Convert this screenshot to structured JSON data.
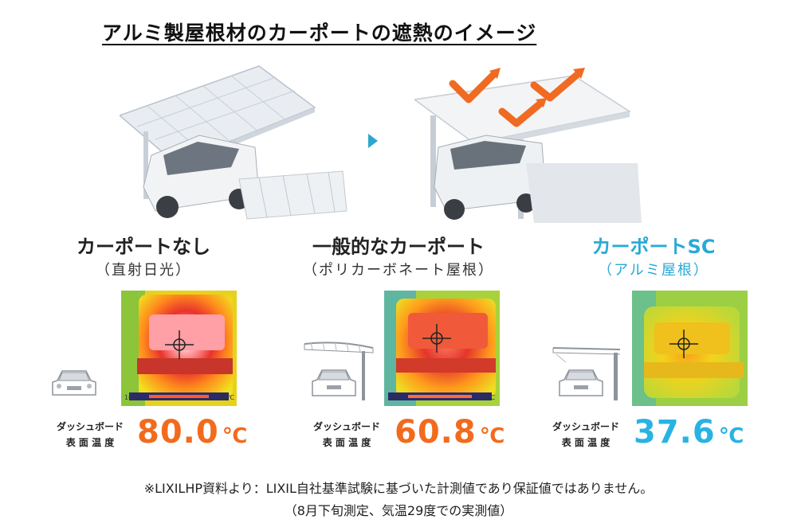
{
  "title": "アルミ製屋根材のカーポートの遮熱のイメージ",
  "columns": [
    {
      "heading": "カーポートなし",
      "subheading": "（直射日光）",
      "scale_low": "10℃",
      "scale_high": "80℃",
      "dash_label_line1": "ダッシュボード",
      "dash_label_line2": "表 面 温 度",
      "temperature": "80.0",
      "unit": "℃",
      "temp_color": "#f26b1d"
    },
    {
      "heading": "一般的なカーポート",
      "subheading": "（ポリカーボネート屋根）",
      "scale_low": "15℃",
      "scale_high": "70℃",
      "dash_label_line1": "ダッシュボード",
      "dash_label_line2": "表 面 温 度",
      "temperature": "60.8",
      "unit": "℃",
      "temp_color": "#f26b1d"
    },
    {
      "heading": "カーポートSC",
      "subheading": "（アルミ屋根）",
      "scale_low": "",
      "scale_high": "",
      "dash_label_line1": "ダッシュボード",
      "dash_label_line2": "表 面 温 度",
      "temperature": "37.6",
      "unit": "℃",
      "temp_color": "#29b3e3"
    }
  ],
  "footnote_line1": "※LIXILHP資料より：LIXIL自社基準試験に基づいた計測値であり保証値ではありません。",
  "footnote_line2": "（8月下旬測定、気温29度での実測値）",
  "colors": {
    "accent_blue": "#29a9d6",
    "accent_orange": "#f26b1d",
    "reflect_arrow": "#f06a22"
  }
}
